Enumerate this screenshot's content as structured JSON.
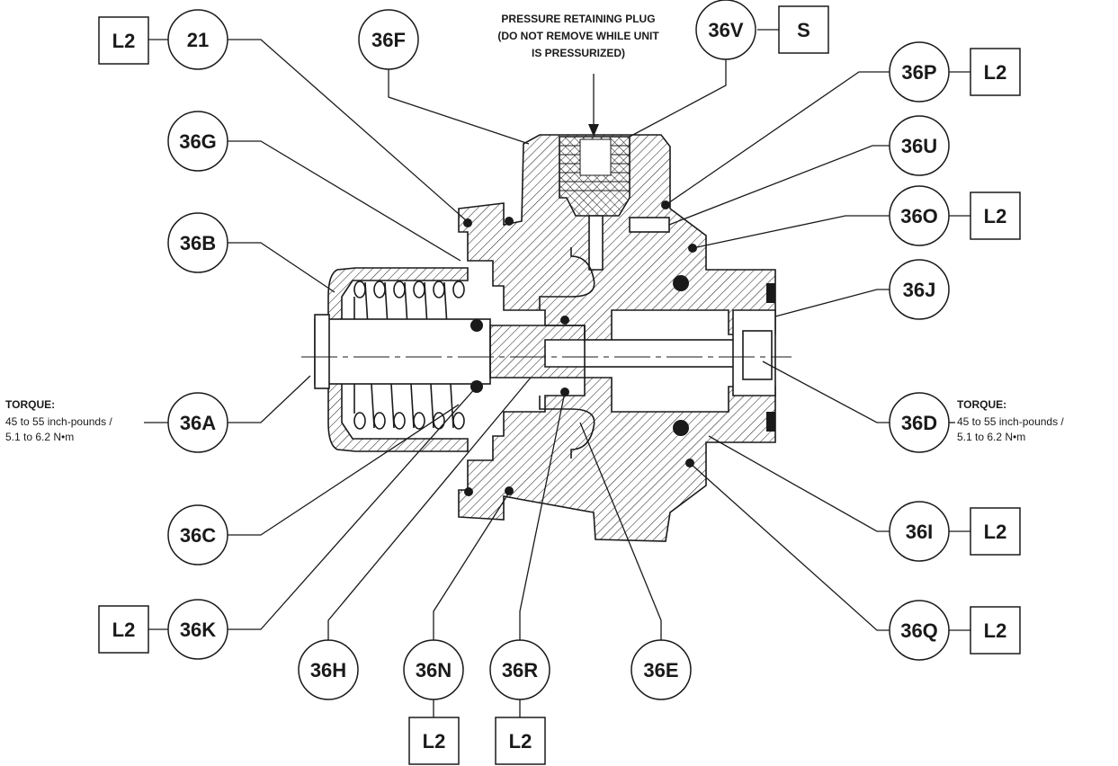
{
  "callouts": {
    "c21": "21",
    "c36F": "36F",
    "c36V": "36V",
    "c36P": "36P",
    "c36U": "36U",
    "c36O": "36O",
    "c36G": "36G",
    "c36B": "36B",
    "c36J": "36J",
    "c36A": "36A",
    "c36D": "36D",
    "c36C": "36C",
    "c36I": "36I",
    "c36Q": "36Q",
    "c36K": "36K",
    "c36H": "36H",
    "c36N": "36N",
    "c36R": "36R",
    "c36E": "36E"
  },
  "boxes": {
    "b21": "L2",
    "b36V": "S",
    "b36P": "L2",
    "b36O": "L2",
    "b36I": "L2",
    "b36Q": "L2",
    "b36K": "L2",
    "b36N": "L2",
    "b36R": "L2"
  },
  "note": {
    "line1": "PRESSURE RETAINING PLUG",
    "line2": "(DO NOT REMOVE WHILE UNIT",
    "line3": "IS PRESSURIZED)"
  },
  "torque_left": {
    "title": "TORQUE:",
    "line1": "45 to 55 inch-pounds /",
    "line2": "5.1 to 6.2 N•m"
  },
  "torque_right": {
    "title": "TORQUE:",
    "line1": "45 to 55 inch-pounds /",
    "line2": "5.1 to 6.2 N•m"
  },
  "colors": {
    "ink": "#1a1a1a",
    "paper": "#ffffff"
  }
}
